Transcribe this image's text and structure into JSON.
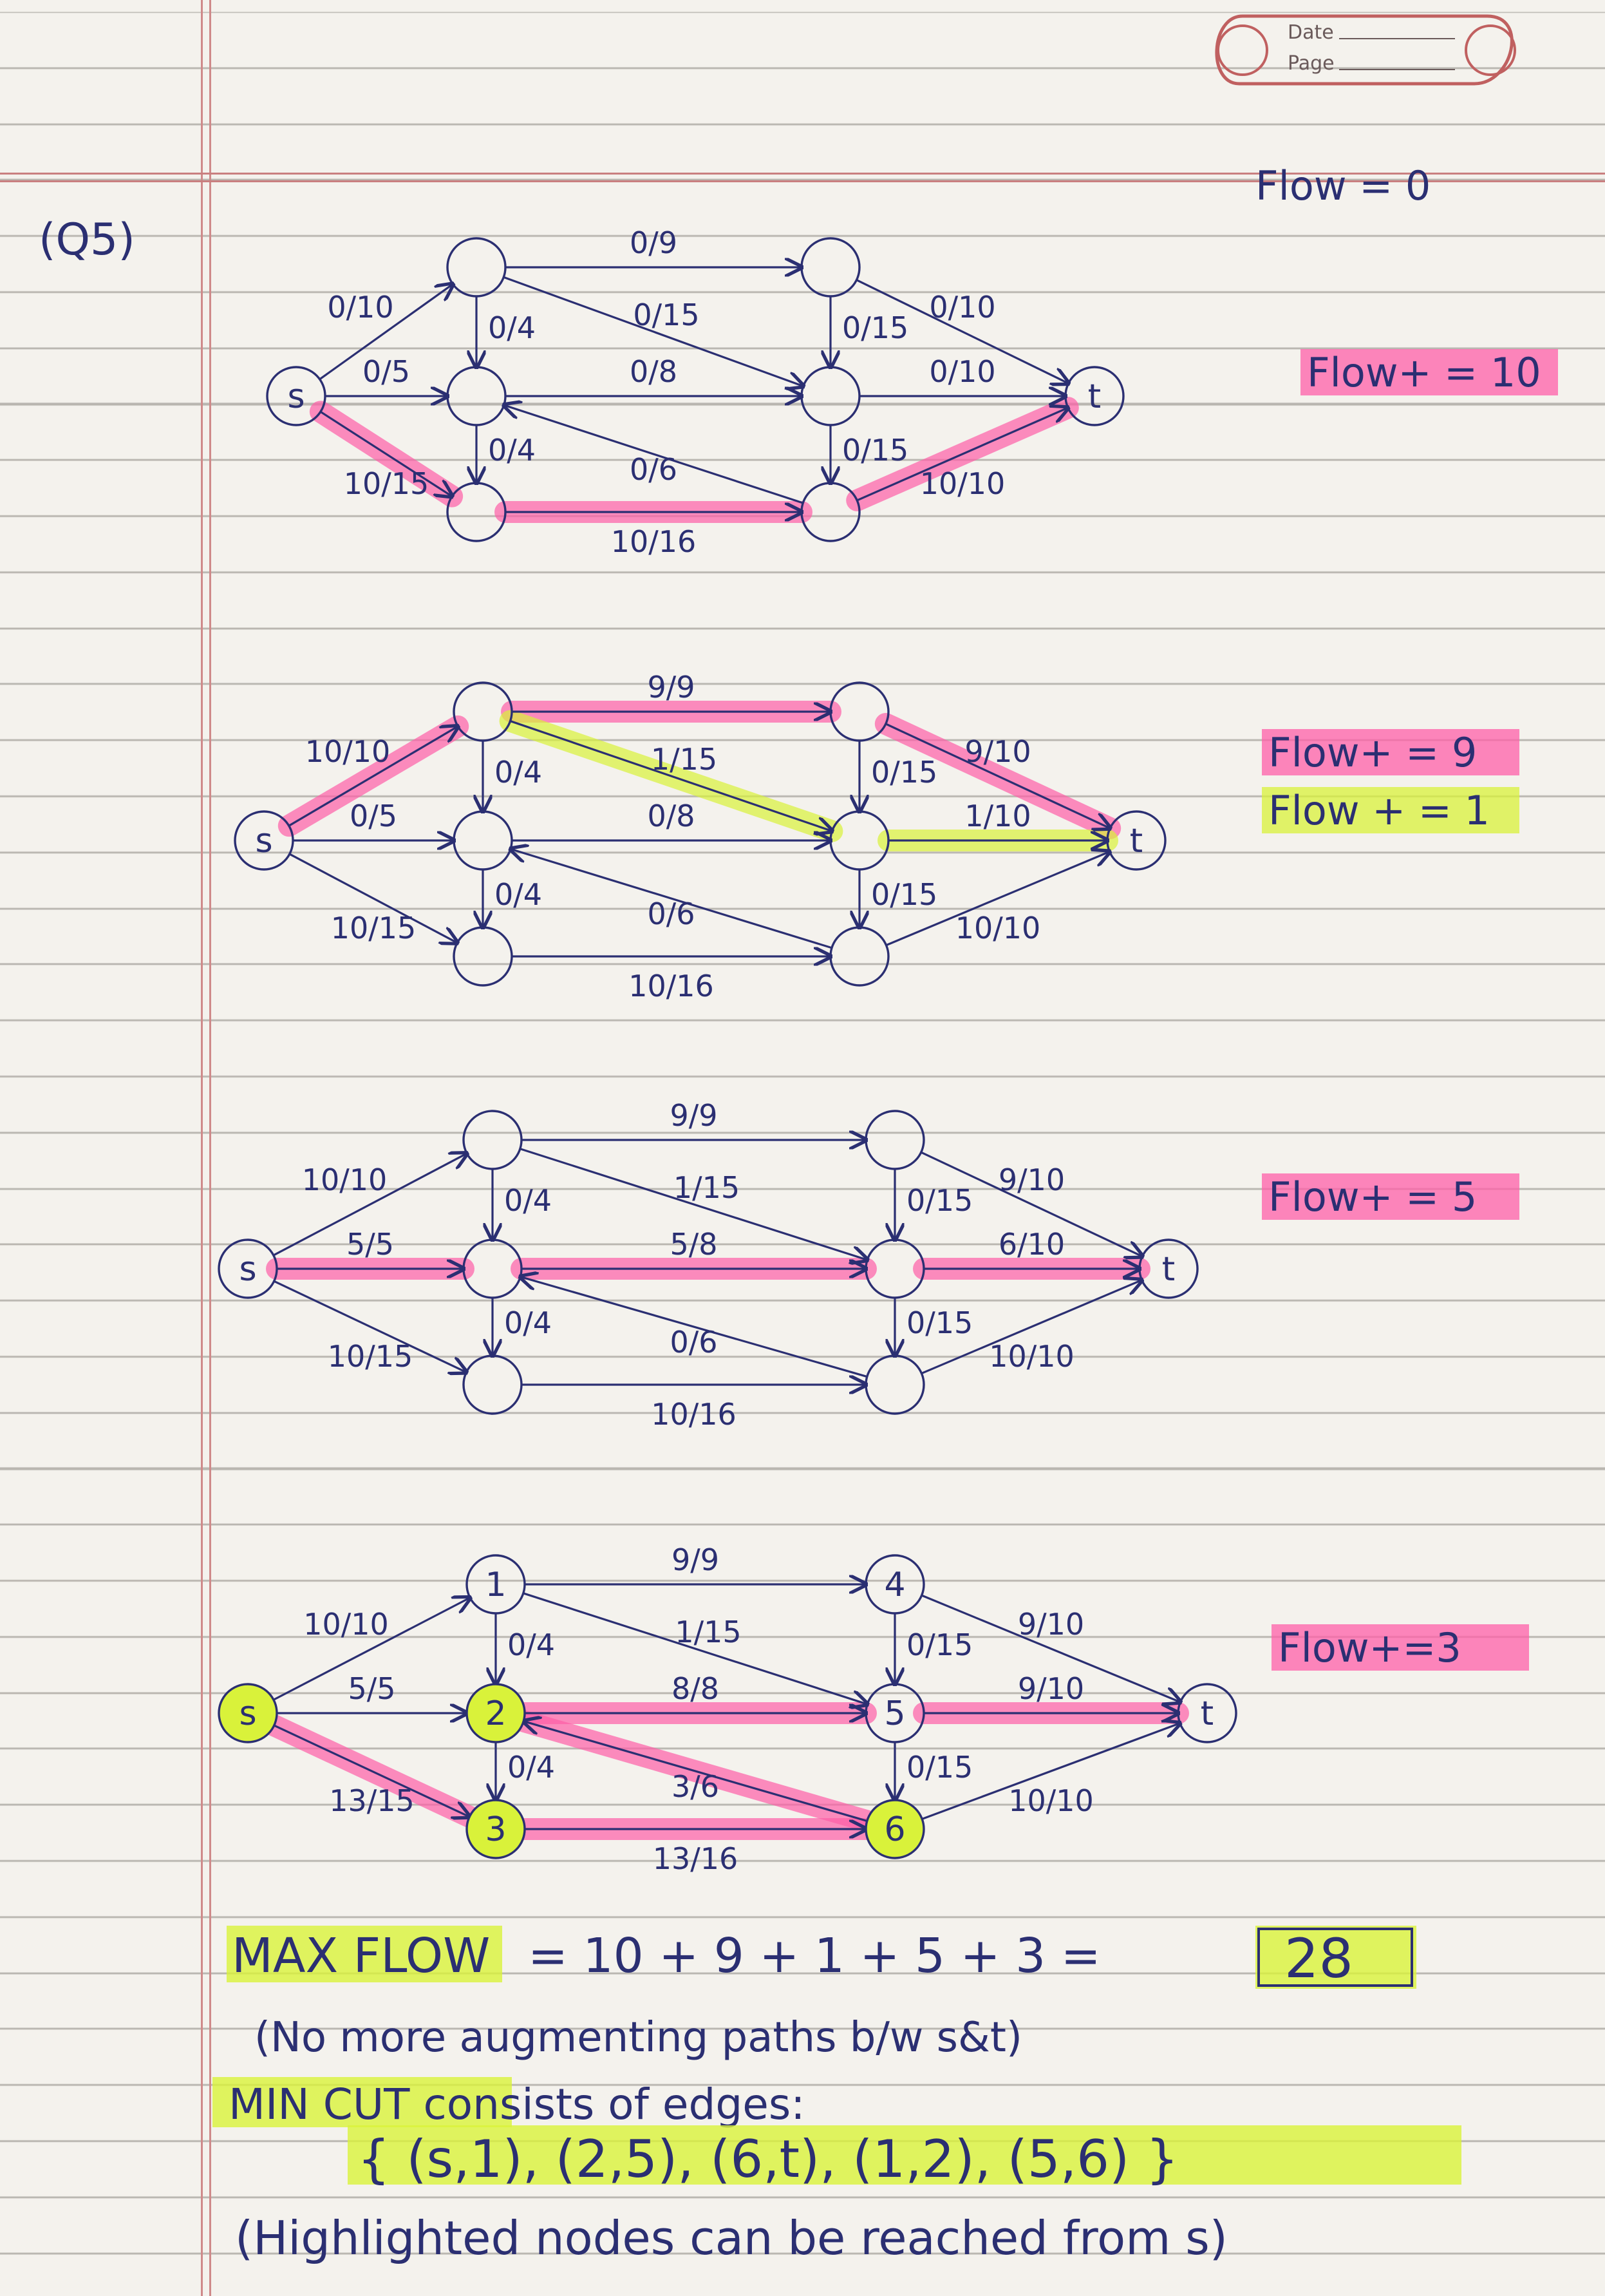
{
  "colors": {
    "ink": "#2b2f72",
    "pink": "#ff5fa8",
    "yellow": "#d9f23a",
    "margin": "#cf8a8a"
  },
  "page": {
    "date_label": "Date",
    "page_label": "Page",
    "question": "(Q5)"
  },
  "diagrams": [
    {
      "note": "Flow = 0",
      "nodes": {
        "s": "s",
        "t": "t",
        "n1": "",
        "n2": "",
        "n3": "",
        "n4": "",
        "n5": "",
        "n6": ""
      },
      "edges": {
        "s1": "0/10",
        "s2": "0/5",
        "s3": "10/15",
        "14": "0/9",
        "15": "0/15",
        "12": "0/4",
        "25": "0/8",
        "23": "0/4",
        "62": "0/6",
        "45": "0/15",
        "56": "0/15",
        "4t": "0/10",
        "5t": "0/10",
        "36": "10/16",
        "6t": "10/10"
      },
      "flow_labels": [
        "Flow+ = 10"
      ]
    },
    {
      "nodes": {
        "s": "s",
        "t": "t",
        "n1": "",
        "n2": "",
        "n3": "",
        "n4": "",
        "n5": "",
        "n6": ""
      },
      "edges": {
        "s1": "10/10",
        "s2": "0/5",
        "s3": "10/15",
        "14": "9/9",
        "15": "1/15",
        "12": "0/4",
        "25": "0/8",
        "23": "0/4",
        "62": "0/6",
        "45": "0/15",
        "56": "0/15",
        "4t": "9/10",
        "5t": "1/10",
        "36": "10/16",
        "6t": "10/10"
      },
      "flow_labels": [
        "Flow+ = 9",
        "Flow + = 1"
      ]
    },
    {
      "nodes": {
        "s": "s",
        "t": "t",
        "n1": "",
        "n2": "",
        "n3": "",
        "n4": "",
        "n5": "",
        "n6": ""
      },
      "edges": {
        "s1": "10/10",
        "s2": "5/5",
        "s3": "10/15",
        "14": "9/9",
        "15": "1/15",
        "12": "0/4",
        "25": "5/8",
        "23": "0/4",
        "62": "0/6",
        "45": "0/15",
        "56": "0/15",
        "4t": "9/10",
        "5t": "6/10",
        "36": "10/16",
        "6t": "10/10"
      },
      "flow_labels": [
        "Flow+ = 5"
      ]
    },
    {
      "nodes": {
        "s": "s",
        "t": "t",
        "n1": "1",
        "n2": "2",
        "n3": "3",
        "n4": "4",
        "n5": "5",
        "n6": "6"
      },
      "edges": {
        "s1": "10/10",
        "s2": "5/5",
        "s3": "13/15",
        "14": "9/9",
        "15": "1/15",
        "12": "0/4",
        "25": "8/8",
        "23": "0/4",
        "62": "3/6",
        "45": "0/15",
        "56": "0/15",
        "4t": "9/10",
        "5t": "9/10",
        "36": "13/16",
        "6t": "10/10"
      },
      "flow_labels": [
        "Flow+=3"
      ]
    }
  ],
  "summary": {
    "max_flow_label": "MAX FLOW",
    "max_flow_expr": "= 10 + 9 + 1 + 5 + 3 =",
    "max_flow_value": "28",
    "no_more_paths": "(No more augmenting paths b/w s&t)",
    "min_cut_intro": "MIN CUT consists of edges:",
    "min_cut_edges": "{ (s,1), (2,5), (6,t), (1,2), (5,6) }",
    "highlight_note": "(Highlighted nodes can be reached from s)"
  }
}
